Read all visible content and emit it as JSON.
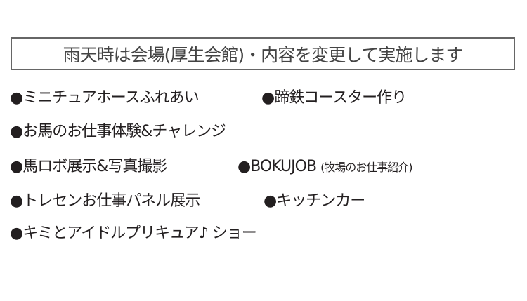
{
  "notice": "雨天時は会場(厚生会館)・内容を変更して実施します",
  "items": [
    {
      "label": "●ミニチュアホースふれあい"
    },
    {
      "label": "●蹄鉄コースター作り"
    },
    {
      "label": "●お馬のお仕事体験&チャレンジ"
    },
    {
      "label": "●馬ロボ展示&写真撮影"
    },
    {
      "label": "●BOKUJOB",
      "note": "(牧場のお仕事紹介)"
    },
    {
      "label": "●トレセンお仕事パネル展示"
    },
    {
      "label": "●キッチンカー"
    },
    {
      "label": "●キミとアイドルプリキュア♪ ショー"
    }
  ]
}
